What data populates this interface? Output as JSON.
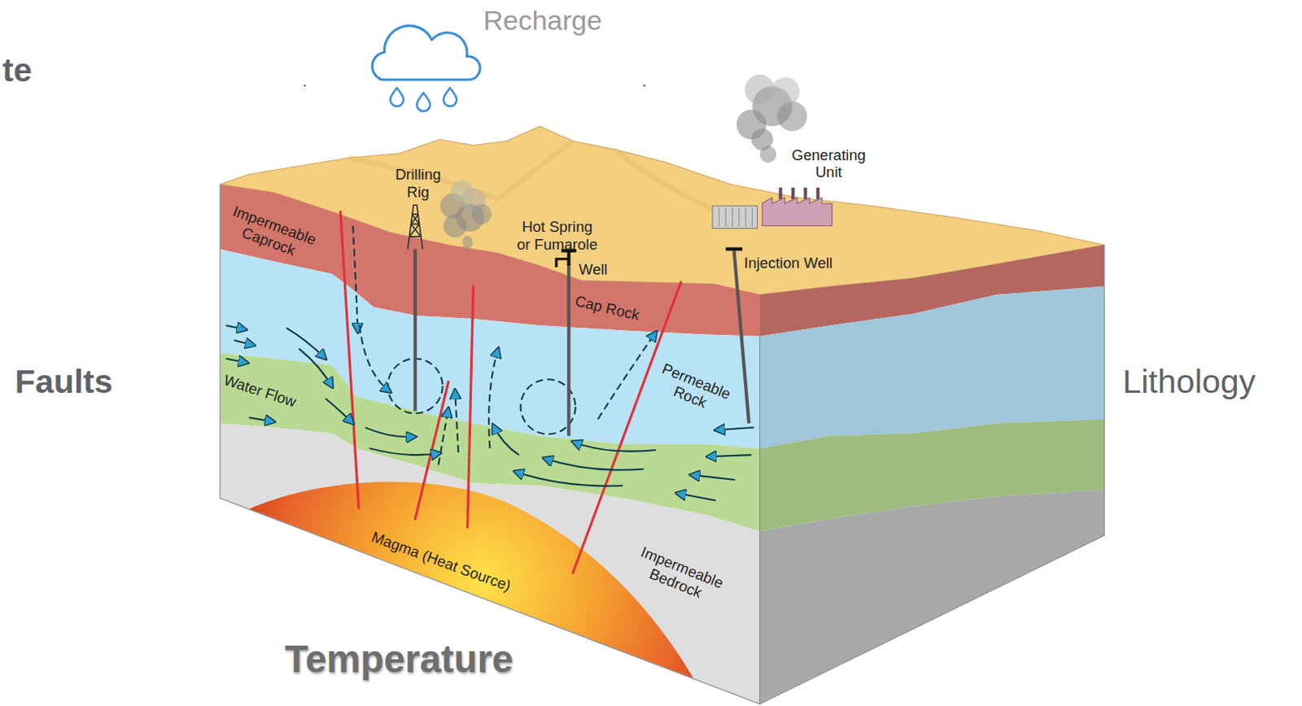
{
  "diagram": {
    "labels": [
      "te",
      "Recharge",
      "Faults",
      "Lithology",
      "Temperature",
      "Drilling Rig",
      "Hot Spring or Fumarole",
      "Well",
      "Generating Unit",
      "Injection Well",
      "Impermeable Caprock",
      "Cap Rock",
      "Permeable Rock",
      "Water Flow",
      "Magma (Heat Source)",
      "Impermeable Bedrock"
    ]
  }
}
